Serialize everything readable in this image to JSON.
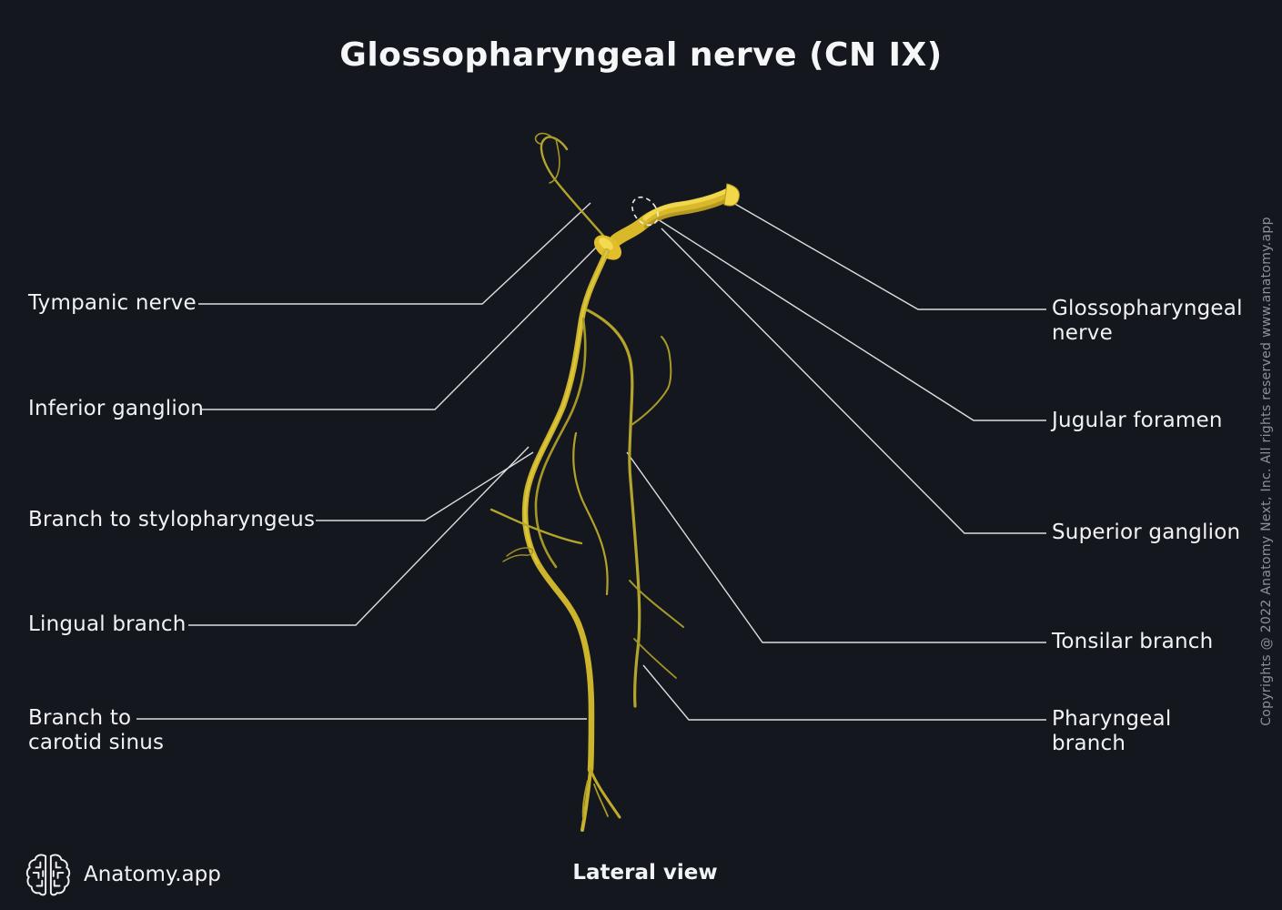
{
  "title": "Glossopharyngeal nerve (CN IX)",
  "view_label": "Lateral view",
  "brand": {
    "name": "Anatomy.app",
    "logo_icon": "brain-maze-icon"
  },
  "copyright": "Copyrights @ 2022 Anatomy Next, Inc. All rights reserved www.anatomy.app",
  "labels": {
    "left": [
      {
        "id": "tympanic-nerve",
        "text": "Tympanic nerve"
      },
      {
        "id": "inferior-ganglion",
        "text": "Inferior ganglion"
      },
      {
        "id": "branch-to-stylopharyngeus",
        "text": "Branch to stylopharyngeus"
      },
      {
        "id": "lingual-branch",
        "text": "Lingual branch"
      },
      {
        "id": "branch-to-carotid-sinus",
        "text": "Branch to carotid sinus"
      }
    ],
    "right": [
      {
        "id": "glossopharyngeal-nerve",
        "text": "Glossopharyngeal nerve"
      },
      {
        "id": "jugular-foramen",
        "text": "Jugular foramen"
      },
      {
        "id": "superior-ganglion",
        "text": "Superior ganglion"
      },
      {
        "id": "tonsilar-branch",
        "text": "Tonsilar branch"
      },
      {
        "id": "pharyngeal-branch",
        "text": "Pharyngeal branch"
      }
    ]
  },
  "colors": {
    "background": "#14171e",
    "label_text": "#f2f3f5",
    "leader_line": "#e7e8ea",
    "copyright_text": "#8e9097",
    "nerve_main": "#d9b92a",
    "nerve_highlight": "#f2d540",
    "nerve_thin": "#b3a42c"
  }
}
